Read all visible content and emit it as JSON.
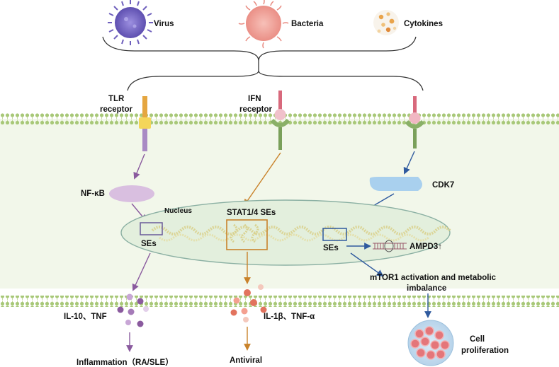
{
  "stimuli": {
    "virus": "Virus",
    "bacteria": "Bacteria",
    "cytokines": "Cytokines"
  },
  "receptors": {
    "tlr_line1": "TLR",
    "tlr_line2": "receptor",
    "ifn_line1": "IFN",
    "ifn_line2": "receptor"
  },
  "signals": {
    "nfkb": "NF-κB",
    "cdk7": "CDK7"
  },
  "nucleus": {
    "label": "Nucleus",
    "stat_ses": "STAT1/4 SEs",
    "ses_left": "SEs",
    "ses_right": "SEs",
    "ampd3": "AMPD3↑"
  },
  "outcomes": {
    "mtor_line1": "mTOR1 activation and metabolic",
    "mtor_line2": "imbalance",
    "il10": "IL-10、TNF",
    "il1b": "IL-1β、TNF-α",
    "inflammation": "Inflammation（RA/SLE）",
    "antiviral": "Antiviral",
    "cell_line1": "Cell",
    "cell_line2": "proliferation"
  },
  "colors": {
    "membrane": "#a8c878",
    "cytoplasm": "#f2f7ea",
    "nucleus_fill": "#e3efdd",
    "nucleus_stroke": "#8bb0a3",
    "purple_path": "#8a5a9e",
    "orange_path": "#c9822a",
    "blue_path": "#2f5a9e",
    "nfkb_fill": "#d9bfe0",
    "cdk7_fill": "#a9d0ee",
    "virus": "#7b6cc6",
    "bacteria": "#f0a098"
  }
}
